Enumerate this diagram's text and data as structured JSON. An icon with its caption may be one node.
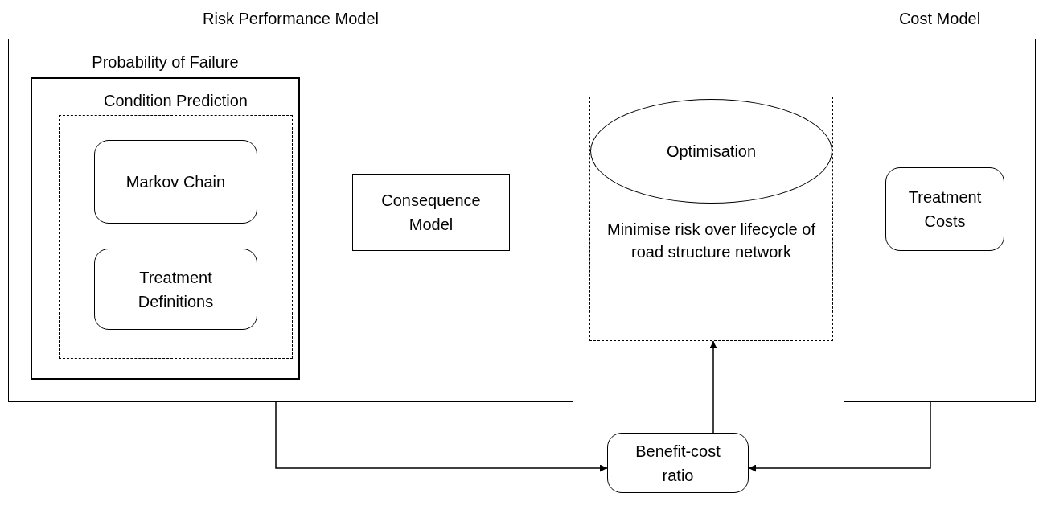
{
  "diagram": {
    "nodes": [
      {
        "text": [
          "Risk Performance Model"
        ]
      },
      {
        "text": [
          "Probability of Failure"
        ],
        "in": 0
      },
      {
        "text": [
          "Condition Prediction"
        ],
        "in": 1
      },
      {
        "text": [
          "Markov Chain"
        ],
        "in": 2
      },
      {
        "text": [
          "Treatment Definitions"
        ],
        "in": 2
      },
      {
        "text": [
          "Consequence Model"
        ],
        "in": 0
      },
      {
        "text": [
          "Minimise risk over lifecycle of road structure network"
        ]
      },
      {
        "text": [
          "Optimisation"
        ],
        "in": 6
      },
      {
        "text": [
          "Cost Model"
        ]
      },
      {
        "text": [
          "Treatment Costs"
        ],
        "in": 8
      },
      {
        "text": [
          "Benefit-cost ratio"
        ]
      }
    ],
    "edges": [
      {
        "from": 0,
        "to": 10,
        "arrow": "to"
      },
      {
        "from": 8,
        "to": 10,
        "arrow": "to"
      },
      {
        "from": 10,
        "to": 6,
        "arrow": "to"
      }
    ]
  }
}
